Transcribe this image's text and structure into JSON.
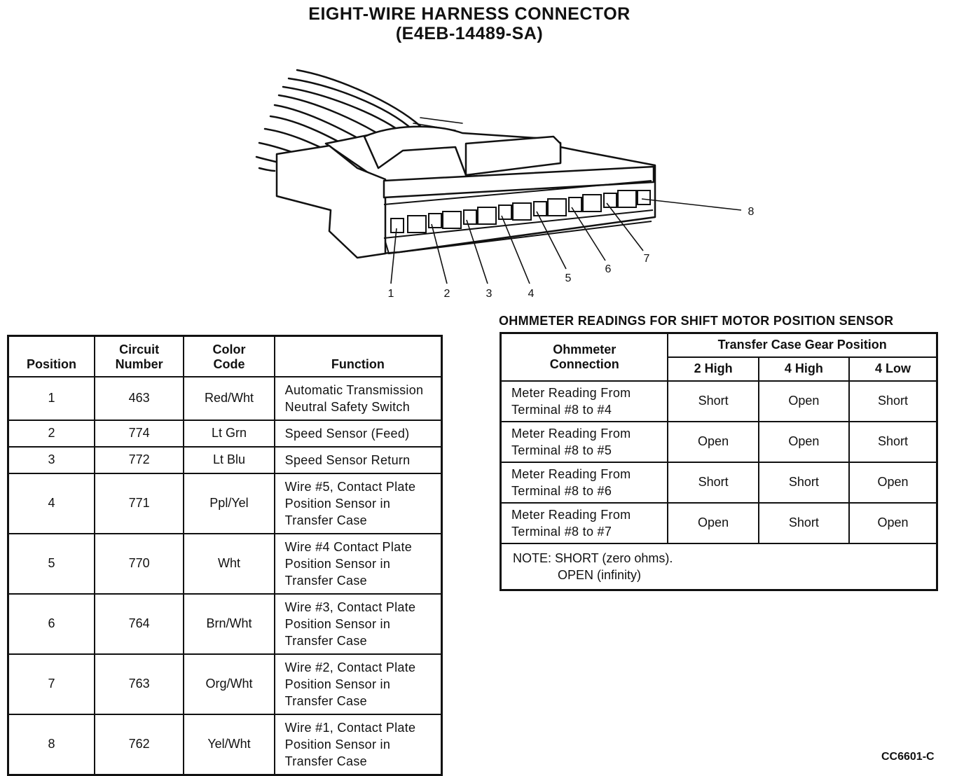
{
  "title": {
    "line1": "EIGHT-WIRE HARNESS CONNECTOR",
    "line2": "(E4EB-14489-SA)"
  },
  "connector": {
    "pin_labels": [
      "1",
      "2",
      "3",
      "4",
      "5",
      "6",
      "7",
      "8"
    ]
  },
  "pin_table": {
    "headers": {
      "position": "Position",
      "circuit_line1": "Circuit",
      "circuit_line2": "Number",
      "color_line1": "Color",
      "color_line2": "Code",
      "function": "Function"
    },
    "rows": [
      {
        "position": "1",
        "circuit": "463",
        "color": "Red/Wht",
        "function": [
          "Automatic Transmission",
          "Neutral Safety Switch"
        ]
      },
      {
        "position": "2",
        "circuit": "774",
        "color": "Lt Grn",
        "function": [
          "Speed Sensor (Feed)"
        ]
      },
      {
        "position": "3",
        "circuit": "772",
        "color": "Lt Blu",
        "function": [
          "Speed Sensor Return"
        ]
      },
      {
        "position": "4",
        "circuit": "771",
        "color": "Ppl/Yel",
        "function": [
          "Wire #5, Contact Plate",
          "Position Sensor in",
          "Transfer Case"
        ]
      },
      {
        "position": "5",
        "circuit": "770",
        "color": "Wht",
        "function": [
          "Wire #4  Contact Plate",
          "Position Sensor in",
          "Transfer Case"
        ]
      },
      {
        "position": "6",
        "circuit": "764",
        "color": "Brn/Wht",
        "function": [
          "Wire #3, Contact Plate",
          "Position Sensor in",
          "Transfer Case"
        ]
      },
      {
        "position": "7",
        "circuit": "763",
        "color": "Org/Wht",
        "function": [
          "Wire #2, Contact Plate",
          "Position Sensor in",
          "Transfer Case"
        ]
      },
      {
        "position": "8",
        "circuit": "762",
        "color": "Yel/Wht",
        "function": [
          "Wire #1, Contact Plate",
          "Position Sensor in",
          "Transfer Case"
        ]
      }
    ]
  },
  "ohm_table": {
    "caption": "OHMMETER READINGS FOR SHIFT MOTOR POSITION SENSOR",
    "headers": {
      "connection_line1": "Ohmmeter",
      "connection_line2": "Connection",
      "group": "Transfer Case Gear Position",
      "cols": [
        "2 High",
        "4 High",
        "4 Low"
      ]
    },
    "rows": [
      {
        "line1": "Meter Reading From",
        "line2": "Terminal #8 to #4",
        "values": [
          "Short",
          "Open",
          "Short"
        ]
      },
      {
        "line1": "Meter Reading From",
        "line2": "Terminal #8 to #5",
        "values": [
          "Open",
          "Open",
          "Short"
        ]
      },
      {
        "line1": "Meter Reading From",
        "line2": "Terminal #8 to #6",
        "values": [
          "Short",
          "Short",
          "Open"
        ]
      },
      {
        "line1": "Meter Reading From",
        "line2": "Terminal #8 to #7",
        "values": [
          "Open",
          "Short",
          "Open"
        ]
      }
    ],
    "note_line1": "NOTE: SHORT (zero ohms).",
    "note_line2": "OPEN (infinity)"
  },
  "figure_id": "CC6601-C"
}
